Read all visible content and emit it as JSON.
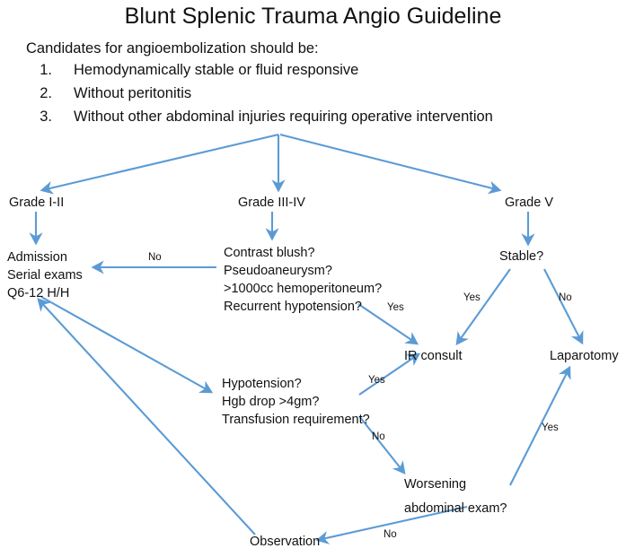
{
  "document": {
    "title": "Blunt Splenic Trauma Angio Guideline",
    "intro": "Candidates for angioembolization should be:",
    "criteria": [
      {
        "num": "1.",
        "text": "Hemodynamically stable or fluid responsive"
      },
      {
        "num": "2.",
        "text": "Without peritonitis"
      },
      {
        "num": "3.",
        "text": "Without other abdominal injuries requiring operative intervention"
      }
    ]
  },
  "colors": {
    "arrow": "#5B9BD5",
    "text": "#111111",
    "background": "#ffffff"
  },
  "flowchart": {
    "type": "flowchart",
    "nodes": [
      {
        "id": "grade_1_2",
        "label": "Grade I-II"
      },
      {
        "id": "grade_3_4",
        "label": "Grade III-IV"
      },
      {
        "id": "grade_5",
        "label": "Grade V"
      },
      {
        "id": "admission_l1",
        "label": "Admission"
      },
      {
        "id": "admission_l2",
        "label": "Serial exams"
      },
      {
        "id": "admission_l3",
        "label": "Q6-12 H/H"
      },
      {
        "id": "contrast_l1",
        "label": "Contrast blush?"
      },
      {
        "id": "contrast_l2",
        "label": "Pseudoaneurysm?"
      },
      {
        "id": "contrast_l3",
        "label": ">1000cc hemoperitoneum?"
      },
      {
        "id": "contrast_l4",
        "label": "Recurrent hypotension?"
      },
      {
        "id": "stable",
        "label": "Stable?"
      },
      {
        "id": "ir_consult",
        "label": "IR consult"
      },
      {
        "id": "laparotomy",
        "label": "Laparotomy"
      },
      {
        "id": "hypo_l1",
        "label": "Hypotension?"
      },
      {
        "id": "hypo_l2",
        "label": "Hgb drop >4gm?"
      },
      {
        "id": "hypo_l3",
        "label": "Transfusion requirement?"
      },
      {
        "id": "worsening_l1",
        "label": "Worsening"
      },
      {
        "id": "worsening_l2",
        "label": "abdominal exam?"
      },
      {
        "id": "observation",
        "label": "Observation"
      }
    ],
    "edge_labels": [
      {
        "id": "no_contrast_to_admission",
        "label": "No"
      },
      {
        "id": "yes_contrast_to_ir",
        "label": "Yes"
      },
      {
        "id": "yes_stable_to_ir",
        "label": "Yes"
      },
      {
        "id": "no_stable_to_laparotomy",
        "label": "No"
      },
      {
        "id": "yes_hypo_to_ir",
        "label": "Yes"
      },
      {
        "id": "no_hypo_to_worsening",
        "label": "No"
      },
      {
        "id": "yes_worsening_to_lap",
        "label": "Yes"
      },
      {
        "id": "no_worsening_to_obs",
        "label": "No"
      }
    ]
  }
}
